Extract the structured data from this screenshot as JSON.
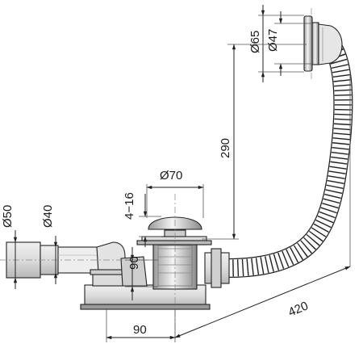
{
  "dimensions": {
    "dia_overflow_outer": "Ø65",
    "dia_overflow_inner": "Ø47",
    "overflow_height": "290",
    "dia_plug": "Ø70",
    "plug_lift": "4−16",
    "dia_outlet_outer": "Ø50",
    "dia_outlet_inner": "Ø40",
    "trap_height": "90",
    "trap_offset": "90",
    "total_length": "420"
  },
  "colors": {
    "line": "#222222",
    "metal_light": "#e8e8e8",
    "metal_dark": "#9a9a9a",
    "plastic": "#d9d9d9"
  }
}
